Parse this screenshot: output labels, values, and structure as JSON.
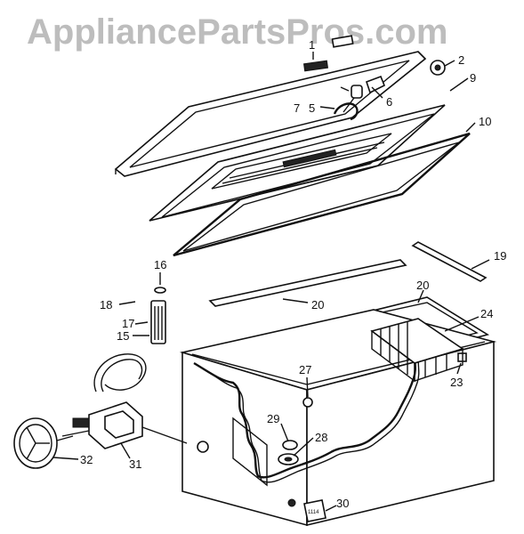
{
  "watermark": "AppliancePartsPros.com",
  "callouts": {
    "p1": "1",
    "p2": "2",
    "p5": "5",
    "p6": "6",
    "p7": "7",
    "p9": "9",
    "p10": "10",
    "p15": "15",
    "p16": "16",
    "p17": "17",
    "p18": "18",
    "p19": "19",
    "p20a": "20",
    "p20b": "20",
    "p23": "23",
    "p24": "24",
    "p27": "27",
    "p28": "28",
    "p29": "29",
    "p30": "30",
    "p31": "31",
    "p32": "32"
  },
  "relay_tag_text": "1114"
}
